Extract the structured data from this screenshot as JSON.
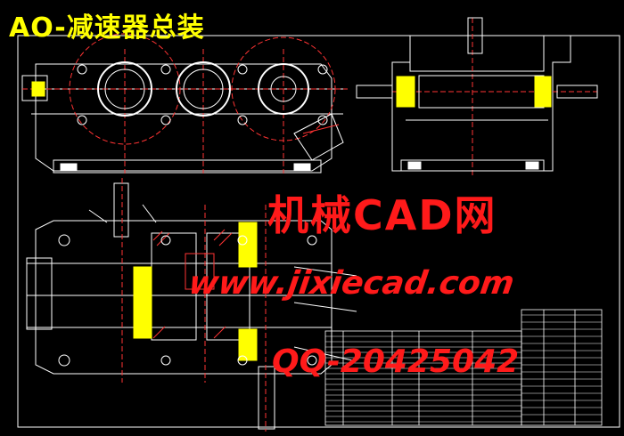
{
  "drawing": {
    "title": "AO-减速器总装",
    "watermark_site_cn": "机械CAD网",
    "watermark_url": "www.jixiecad.com",
    "watermark_qq": "QQ-20425042"
  },
  "colors": {
    "background": "#000000",
    "title": "#ffff00",
    "watermark": "#ff1a1a",
    "line": "#ffffff",
    "center_line": "#ff3333",
    "cut_line": "#ffff00",
    "hatch": "#ff3333",
    "fill": "#ffff00",
    "blue_line": "#4a6cff",
    "green_line": "#33cc33"
  },
  "icons": {
    "gear_front": "gear-circle-icon",
    "bolt": "bolt-icon"
  }
}
